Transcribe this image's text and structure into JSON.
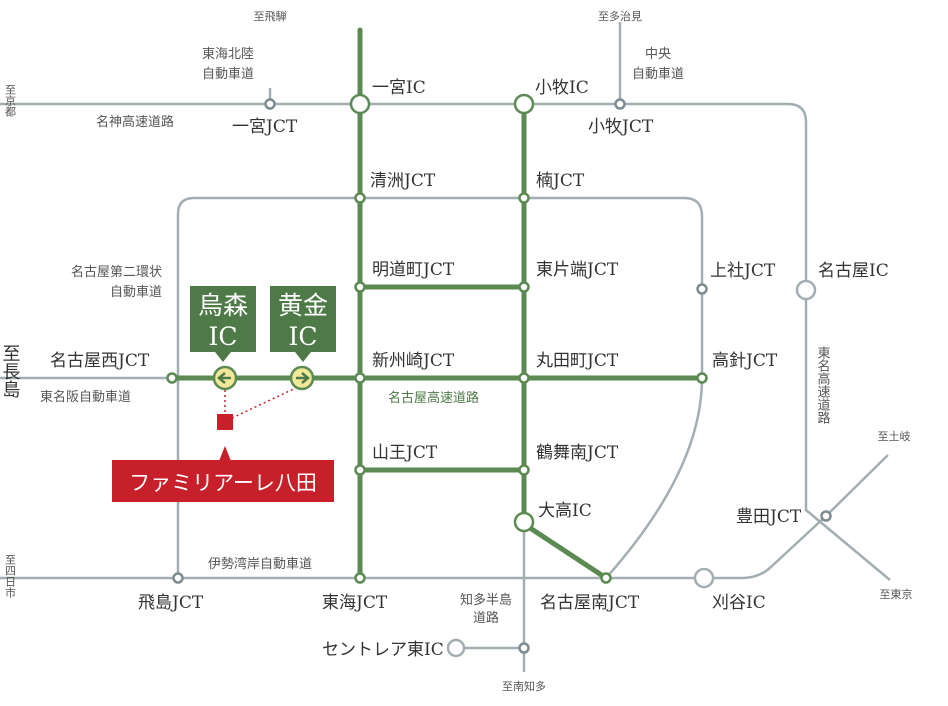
{
  "colors": {
    "expressway": "#5b8a52",
    "road": "#a3aeb2",
    "node_fill": "#ffffff",
    "ic_marker": "#f3e79a",
    "ic_box": "#4e7a47",
    "property": "#c8202b",
    "text": "#333333"
  },
  "directions": {
    "hida": "至飛騨",
    "tajimi": "至多治見",
    "kyoto": "至京都",
    "nagashima": "至長島",
    "yokkaichi": "至四日市",
    "toki": "至土岐",
    "tokyo": "至東京",
    "minamichita": "至南知多"
  },
  "roads": {
    "hokuriku": "東海北陸自動車道",
    "chuo": "中央自動車道",
    "meishin": "名神高速道路",
    "nagoya2kanjo": "名古屋第二環状自動車道",
    "higashimeihan": "東名阪自動車道",
    "nagoya_kosoku": "名古屋高速道路",
    "isewangan": "伊勢湾岸自動車道",
    "tomei": "東名高速道路",
    "chita": "知多半島道路"
  },
  "nodes": {
    "ichinomiya_ic": "一宮IC",
    "ichinomiya_jct": "一宮JCT",
    "komaki_ic": "小牧IC",
    "komaki_jct": "小牧JCT",
    "kiyosu_jct": "清洲JCT",
    "kusunoki_jct": "楠JCT",
    "meidocho_jct": "明道町JCT",
    "higashikatahata_jct": "東片端JCT",
    "kamiyashiro_jct": "上社JCT",
    "nagoya_ic": "名古屋IC",
    "nagoyanishi_jct": "名古屋西JCT",
    "shinsuzaki_jct": "新州崎JCT",
    "marutamachi_jct": "丸田町JCT",
    "takabari_jct": "高針JCT",
    "sanno_jct": "山王JCT",
    "tsurumaiminami_jct": "鶴舞南JCT",
    "odaka_ic": "大高IC",
    "toyota_jct": "豊田JCT",
    "tobishima_jct": "飛島JCT",
    "tokai_jct": "東海JCT",
    "nagoyaminami_jct": "名古屋南JCT",
    "kariya_ic": "刈谷IC",
    "centrair_ic": "セントレア東IC"
  },
  "ic_boxes": {
    "karasumori": "烏森IC",
    "kogane": "黄金IC"
  },
  "property_name": "ファミリアーレ八田"
}
